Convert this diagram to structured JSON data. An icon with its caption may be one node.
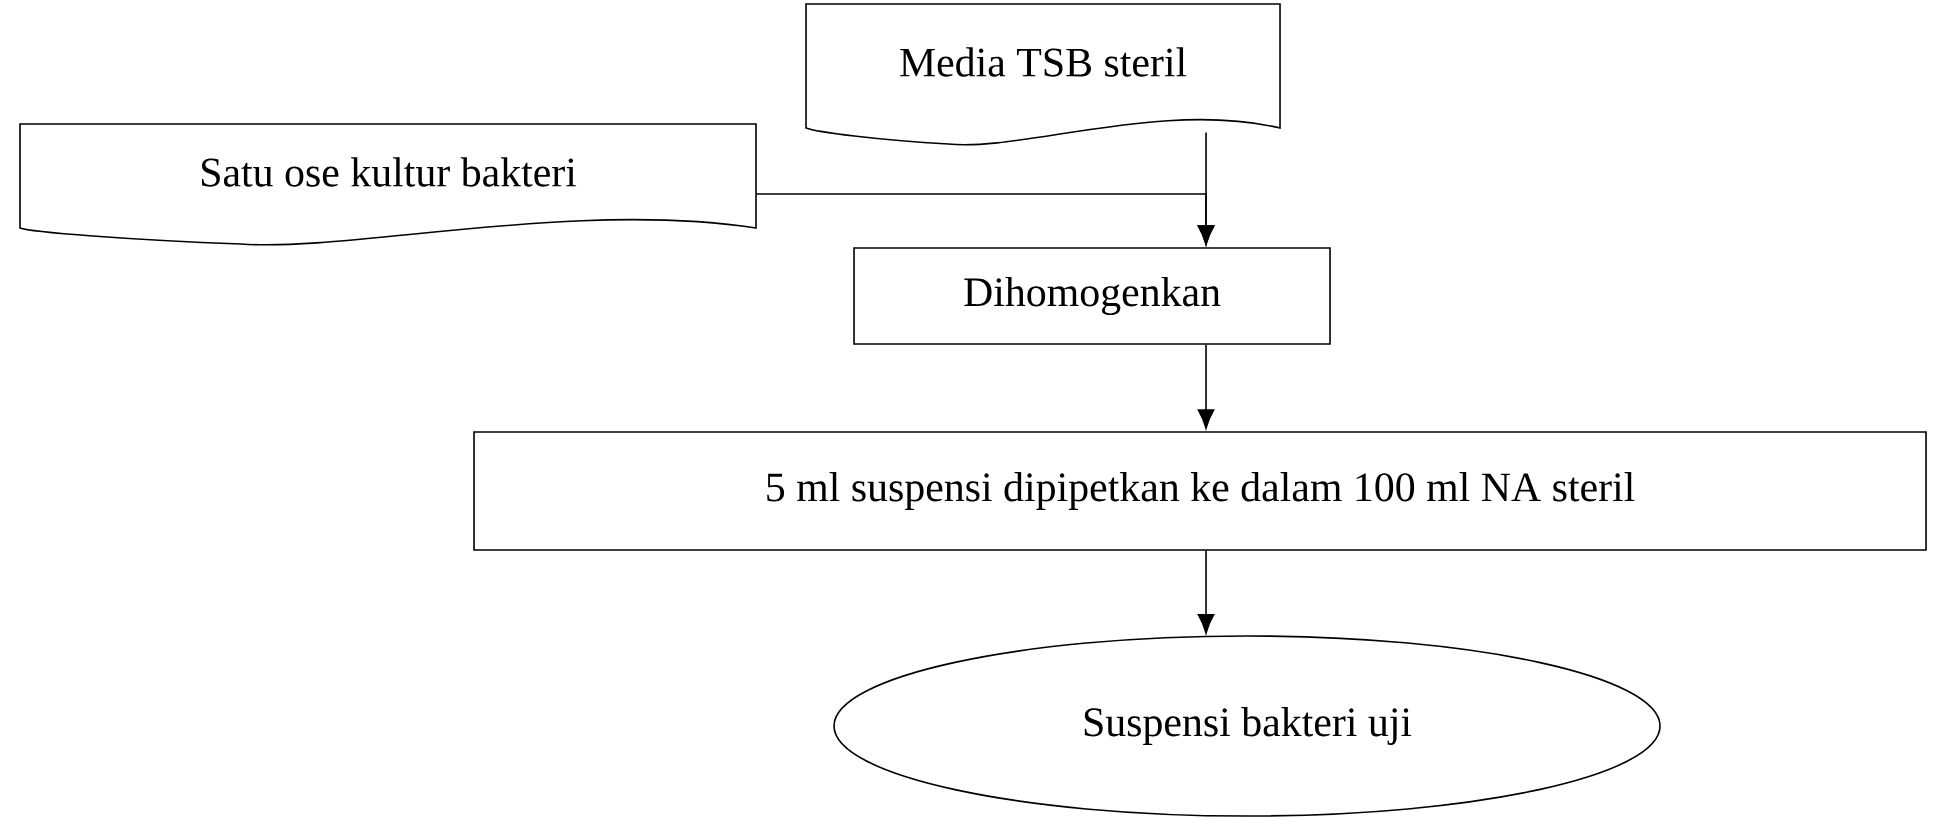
{
  "diagram": {
    "nodes": [
      {
        "text": [
          "Media TSB steril"
        ]
      },
      {
        "text": [
          "Satu ose kultur bakteri"
        ]
      },
      {
        "text": [
          "Dihomogenkan"
        ]
      },
      {
        "text": [
          "5 ml suspensi dipipetkan ke dalam 100 ml NA steril"
        ]
      },
      {
        "text": [
          "Suspensi bakteri uji"
        ]
      }
    ],
    "edges": [
      {
        "from": 0,
        "to": 2,
        "arrow": "to"
      },
      {
        "from": 1,
        "to": 2,
        "arrow": "to"
      },
      {
        "from": 2,
        "to": 3,
        "arrow": "to"
      },
      {
        "from": 3,
        "to": 4,
        "arrow": "to"
      }
    ]
  }
}
